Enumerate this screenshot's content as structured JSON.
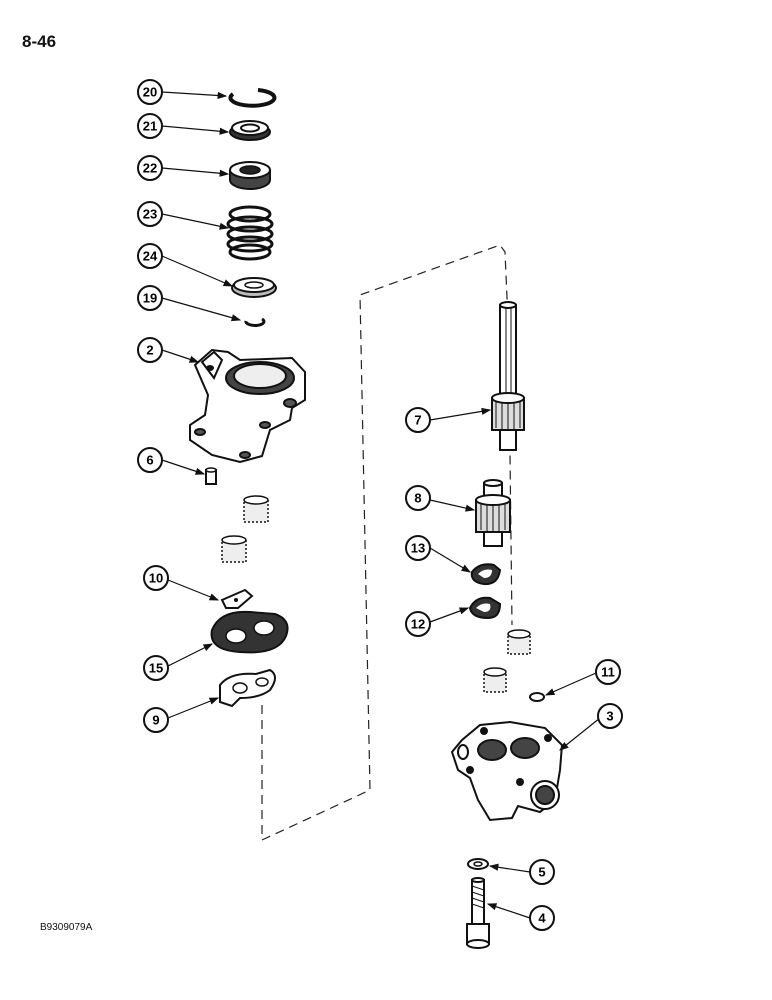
{
  "page_number": "8-46",
  "figure_code": "B9309079A",
  "callouts": {
    "c20": "20",
    "c21": "21",
    "c22": "22",
    "c23": "23",
    "c24": "24",
    "c19": "19",
    "c2": "2",
    "c6": "6",
    "c10": "10",
    "c15": "15",
    "c9": "9",
    "c7": "7",
    "c8": "8",
    "c13": "13",
    "c12": "12",
    "c11": "11",
    "c3": "3",
    "c5": "5",
    "c4": "4"
  }
}
